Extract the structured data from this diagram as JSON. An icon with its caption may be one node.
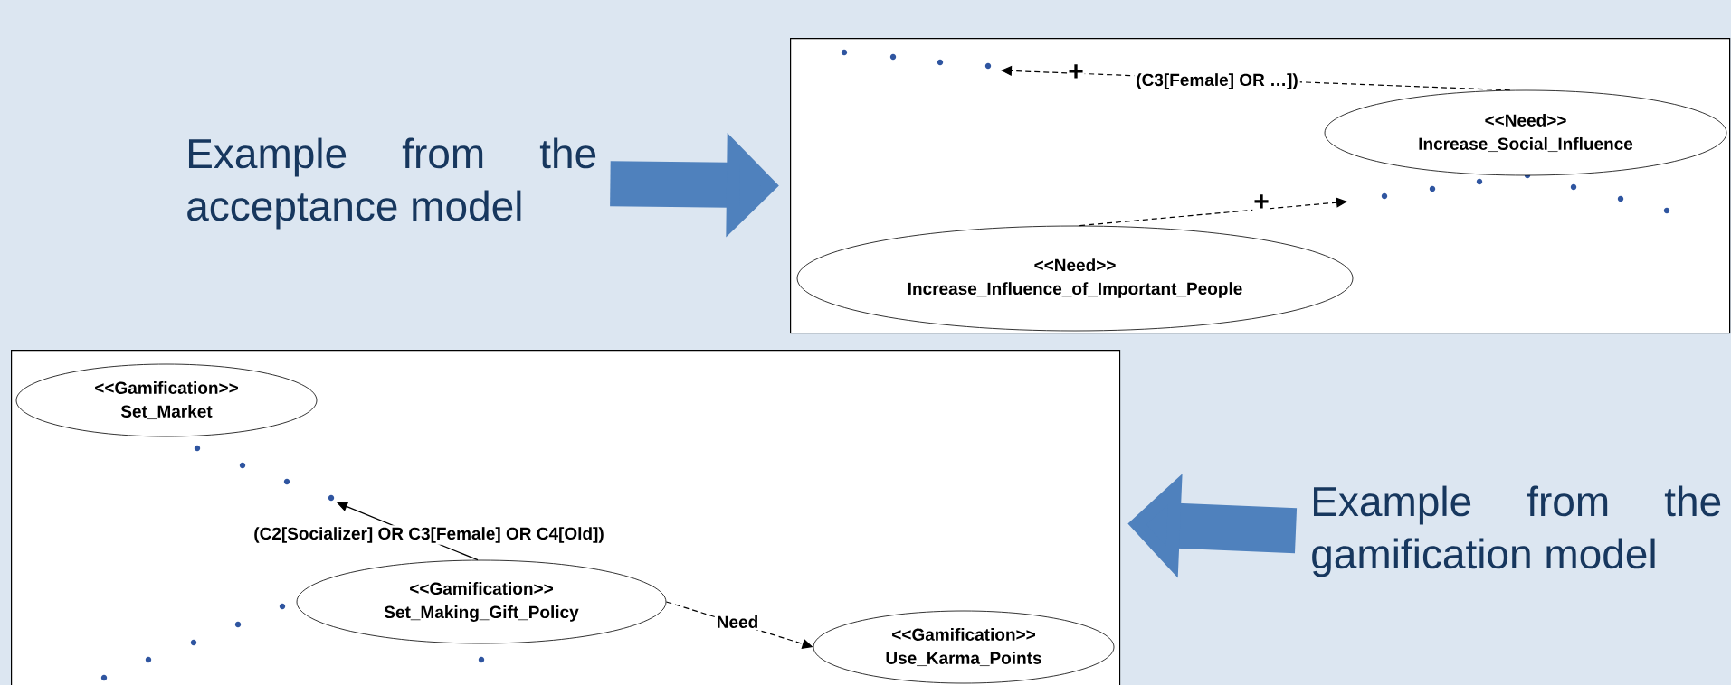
{
  "diagram": {
    "nodes": [
      {
        "text": [
          "Example from the acceptance model"
        ]
      },
      {
        "text": [],
        "shape": "box"
      },
      {
        "text": [
          "<<Need>>",
          "Increase_Social_Influence"
        ],
        "in": 1
      },
      {
        "text": [
          "<<Need>>",
          "Increase_Influence_of_Important_People"
        ],
        "in": 1
      },
      {
        "text": [
          "Example from the gamification model"
        ]
      },
      {
        "text": [],
        "shape": "box"
      },
      {
        "text": [
          "<<Gamification>>",
          "Set_Market"
        ],
        "in": 5
      },
      {
        "text": [
          "<<Gamification>>",
          "Set_Making_Gift_Policy"
        ],
        "in": 5
      },
      {
        "text": [
          "<<Gamification>>",
          "Use_Karma_Points"
        ],
        "in": 5
      }
    ],
    "edges": [
      {
        "from": 0,
        "to": 1,
        "arrow": "to",
        "style": "thick",
        "color": "#4f81bd"
      },
      {
        "from": 2,
        "to": null,
        "arrow": "to",
        "style": "dashed",
        "label": "(C3[Female] OR …])"
      },
      {
        "from": 3,
        "to": null,
        "arrow": "to",
        "style": "dashed"
      },
      {
        "from": 4,
        "to": 5,
        "arrow": "to",
        "style": "thick",
        "color": "#4f81bd"
      },
      {
        "from": 7,
        "to": null,
        "arrow": "to",
        "label": "(C2[Socializer] OR C3[Female] OR C4[Old])"
      },
      {
        "from": 7,
        "to": 8,
        "arrow": "to",
        "style": "dashed",
        "label": "Need"
      }
    ],
    "labels": [
      "+",
      "+"
    ]
  }
}
